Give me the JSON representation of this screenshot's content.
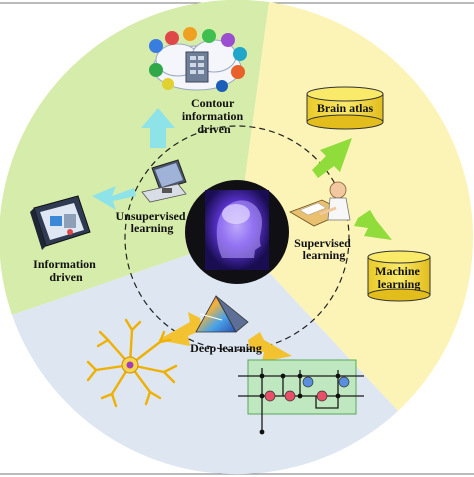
{
  "colors": {
    "green_sector": "#d6ecaa",
    "yellow_sector": "#fcf3b7",
    "blue_sector": "#dde6f1",
    "arrow_cyan": "#8ee3e8",
    "arrow_green": "#8fdc3a",
    "arrow_yellow": "#f2c230",
    "cylinder_yellow": "#f6e04a",
    "center_circle": "#0f0f14",
    "brain_glow": "#7b3cff"
  },
  "labels": {
    "contour": [
      "Contour",
      "information",
      "driven"
    ],
    "information": [
      "Information",
      "driven"
    ],
    "unsupervised": [
      "Unsupervised",
      "learning"
    ],
    "supervised": [
      "Supervised",
      "learning"
    ],
    "deep": "Deep learning",
    "brain_atlas": "Brain atlas",
    "machine": [
      "Machine",
      "learning"
    ]
  },
  "icons": {
    "cloud": "cloud-computing-icon",
    "computer": "desktop-computer-icon",
    "instrument": "instrument-panel-icon",
    "person": "person-reading-icon",
    "prism": "prism-icon",
    "neuron": "neuron-icon",
    "circuit": "circuit-diagram-icon",
    "head": "brain-head-image"
  }
}
